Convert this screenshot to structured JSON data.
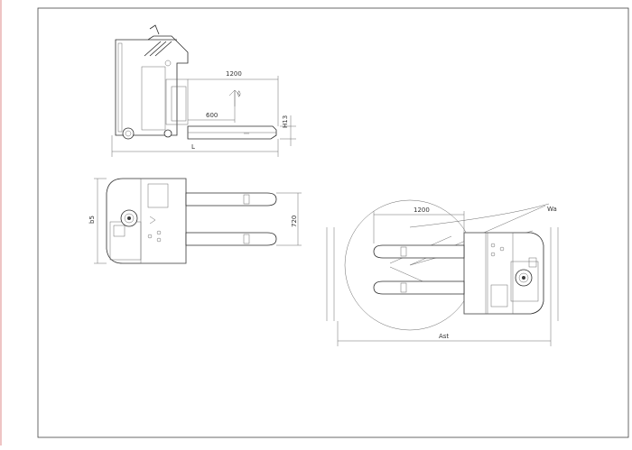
{
  "drawing": {
    "side_view": {
      "dim_fork_length": "1200",
      "dim_load_center": "600",
      "dim_fork_height": "H13",
      "dim_overall_length": "L"
    },
    "top_view": {
      "dim_width": "b5",
      "dim_fork_spread": "720"
    },
    "turning_view": {
      "dim_fork_length": "1200",
      "dim_radius": "Wa",
      "dim_aisle": "Ast"
    }
  }
}
